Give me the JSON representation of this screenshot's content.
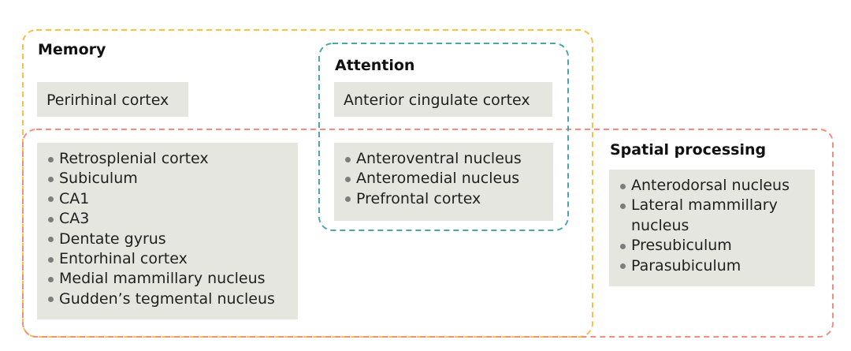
{
  "colors": {
    "memory_outline": "#f5c146",
    "attention_outline": "#4aa7a8",
    "spatial_outline": "#ef8f7f",
    "box_fill": "#e6e6e1",
    "bullet": "#7d7d7d"
  },
  "memory": {
    "title": "Memory",
    "single_box": "Perirhinal cortex"
  },
  "attention": {
    "title": "Attention",
    "single_box": "Anterior cingulate cortex"
  },
  "spatial": {
    "title": "Spatial processing"
  },
  "shared_memory_spatial": {
    "items": [
      "Retrosplenial cortex",
      "Subiculum",
      "CA1",
      "CA3",
      "Dentate gyrus",
      "Entorhinal cortex",
      "Medial mammillary nucleus",
      "Gudden’s tegmental nucleus"
    ]
  },
  "shared_all": {
    "items": [
      "Anteroventral nucleus",
      "Anteromedial nucleus",
      "Prefrontal cortex"
    ]
  },
  "spatial_only": {
    "items": [
      "Anterodorsal nucleus",
      "Lateral mammillary",
      "Presubiculum",
      "Parasubiculum"
    ],
    "continuation": "nucleus"
  }
}
